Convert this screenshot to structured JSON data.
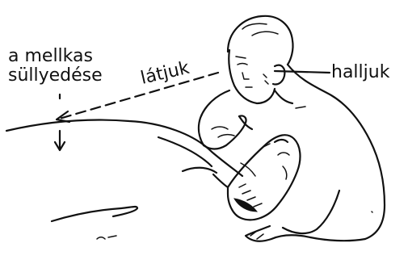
{
  "labels": {
    "chest_line1": "a mellkas",
    "chest_line2": "süllyedése",
    "see": "látjuk",
    "hear": "halljuk"
  }
}
